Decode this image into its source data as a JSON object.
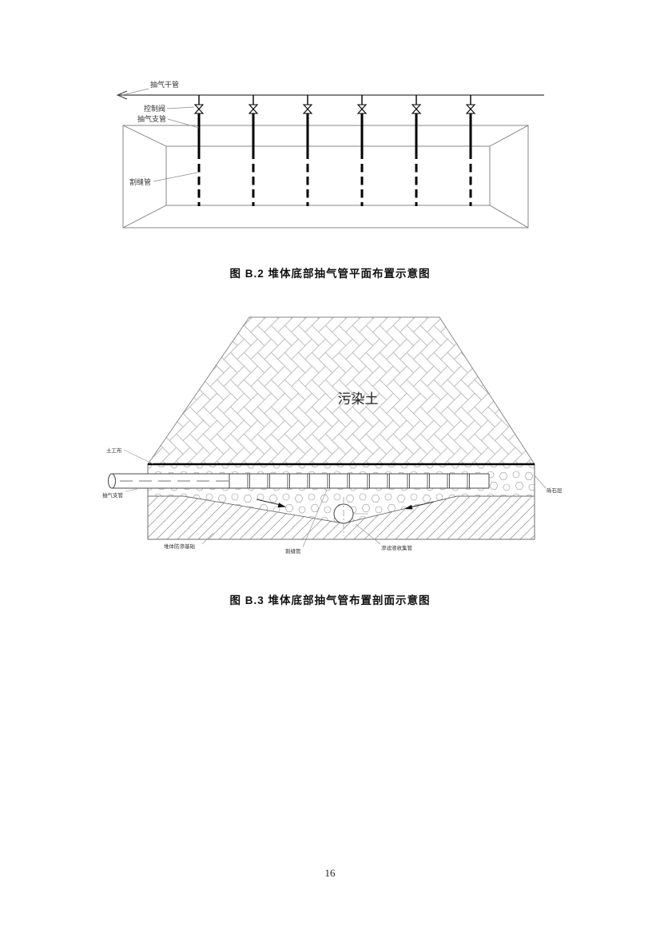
{
  "page": {
    "number": "16"
  },
  "figure_b2": {
    "caption": "图 B.2  堆体底部抽气管平面布置示意图",
    "labels": {
      "main_pipe": "抽气干管",
      "control_valve": "控制阀",
      "branch_pipe": "抽气支管",
      "slotted_pipe": "割缝管"
    }
  },
  "figure_b3": {
    "caption": "图 B.3  堆体底部抽气管布置剖面示意图",
    "labels": {
      "contaminated_soil": "污染土",
      "geotextile": "土工布",
      "branch_pipe": "抽气支管",
      "gravel_layer": "砾石层",
      "foundation": "堆体防渗基础",
      "slotted_pipe": "割缝管",
      "leachate_pipe": "渗滤液收集管"
    }
  },
  "colors": {
    "thin_line": "#6e6e6e",
    "pipe_line": "#000000",
    "pattern_line": "#bdbdbd",
    "text": "#1a1a1a"
  }
}
